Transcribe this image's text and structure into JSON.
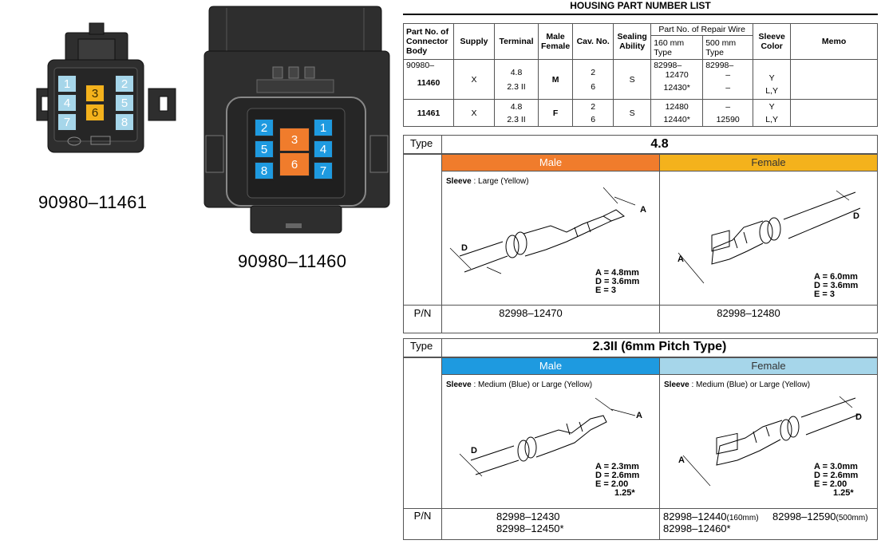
{
  "connectors": {
    "left": {
      "label": "90980–11461",
      "cavities": [
        "1",
        "4",
        "7",
        "3",
        "6",
        "2",
        "5",
        "8"
      ]
    },
    "right": {
      "label": "90980–11460",
      "cavities": [
        "2",
        "5",
        "8",
        "3",
        "6",
        "1",
        "4",
        "7"
      ]
    }
  },
  "colors": {
    "light_blue": "#a6d6ea",
    "yellow": "#f4b21c",
    "blue": "#1e9ae0",
    "orange": "#f07c2c",
    "housing": "#2e2e2e"
  },
  "table": {
    "title": "HOUSING PART NUMBER LIST",
    "headers": {
      "part_no": "Part No. of Connector Body",
      "supply": "Supply",
      "terminal": "Terminal",
      "male_female": "Male Female",
      "cav_no": "Cav. No.",
      "sealing": "Sealing Ability",
      "repair_wire": "Part No. of Repair Wire",
      "w160": "160 mm Type",
      "w500": "500 mm Type",
      "sleeve_color": "Sleeve Color",
      "memo": "Memo"
    },
    "prefix_row": {
      "part": "90980–",
      "w160": "82998–",
      "w500": "82998–"
    },
    "rows": [
      {
        "part": "11460",
        "supply": "X",
        "terminal": [
          "4.8",
          "2.3 II"
        ],
        "mf": "M",
        "cav": [
          "2",
          "6"
        ],
        "seal": "S",
        "w160": [
          "12470",
          "12430*"
        ],
        "w500": [
          "–",
          "–"
        ],
        "sleeve": [
          "Y",
          "L,Y"
        ]
      },
      {
        "part": "11461",
        "supply": "X",
        "terminal": [
          "4.8",
          "2.3 II"
        ],
        "mf": "F",
        "cav": [
          "2",
          "6"
        ],
        "seal": "S",
        "w160": [
          "12480",
          "12440*"
        ],
        "w500": [
          "–",
          "12590"
        ],
        "sleeve": [
          "Y",
          "L,Y"
        ]
      }
    ]
  },
  "type_48": {
    "type_label": "Type",
    "title": "4.8",
    "male_label": "Male",
    "female_label": "Female",
    "male_sleeve_bold": "Sleeve",
    "male_sleeve_text": " : Large (Yellow)",
    "male_dims": [
      "A = 4.8mm",
      "D = 3.6mm",
      "E = 3"
    ],
    "female_dims": [
      "A = 6.0mm",
      "D = 3.6mm",
      "E = 3"
    ],
    "pn_label": "P/N",
    "male_pn": "82998–12470",
    "female_pn": "82998–12480"
  },
  "type_23": {
    "type_label": "Type",
    "title": "2.3II (6mm Pitch Type)",
    "male_label": "Male",
    "female_label": "Female",
    "male_sleeve_bold": "Sleeve",
    "male_sleeve_text": " : Medium (Blue) or Large (Yellow)",
    "female_sleeve_bold": "Sleeve",
    "female_sleeve_text": " : Medium (Blue) or Large (Yellow)",
    "male_dims": [
      "A = 2.3mm",
      "D = 2.6mm",
      "E = 2.00",
      "1.25*"
    ],
    "female_dims": [
      "A = 3.0mm",
      "D = 2.6mm",
      "E = 2.00",
      "1.25*"
    ],
    "pn_label": "P/N",
    "male_pn": [
      "82998–12430",
      "82998–12450*"
    ],
    "female_pn_1": "82998–12440",
    "female_pn_1_note": "(160mm)",
    "female_pn_2": "82998–12590",
    "female_pn_2_note": "(500mm)",
    "female_pn_3": "82998–12460*"
  },
  "diagram_letters": {
    "a": "A",
    "d": "D"
  }
}
